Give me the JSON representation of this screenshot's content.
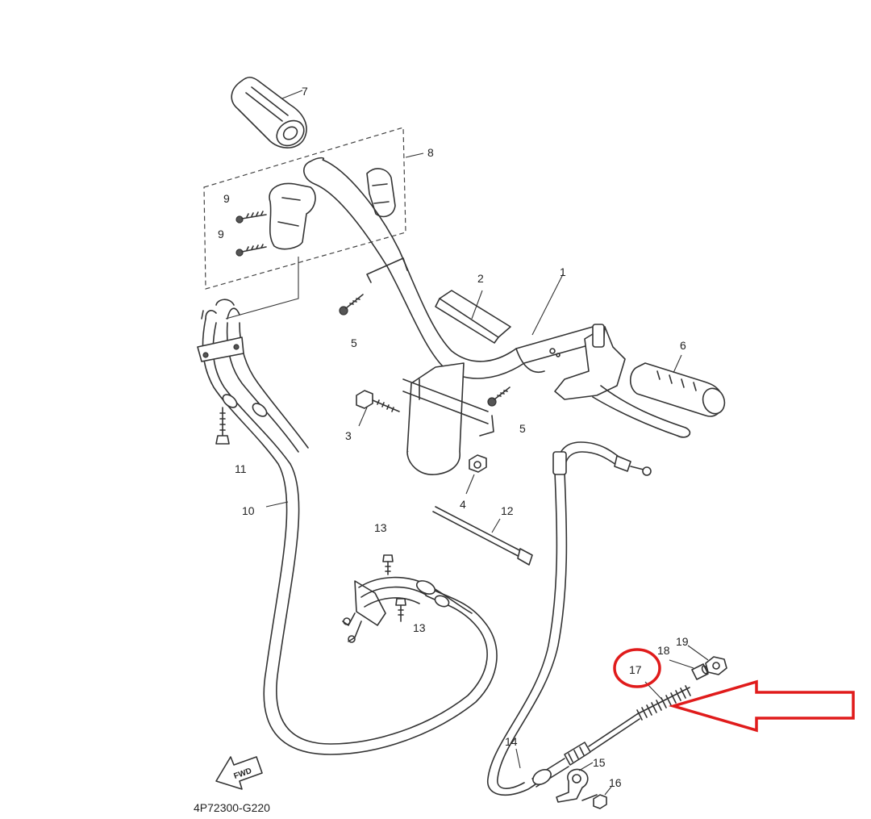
{
  "diagram": {
    "drawing_code": "4P72300-G220",
    "fwd_label": "FWD",
    "callouts": [
      {
        "id": "1",
        "text": "1"
      },
      {
        "id": "2",
        "text": "2"
      },
      {
        "id": "3",
        "text": "3"
      },
      {
        "id": "4",
        "text": "4"
      },
      {
        "id": "5a",
        "text": "5"
      },
      {
        "id": "5b",
        "text": "5"
      },
      {
        "id": "6",
        "text": "6"
      },
      {
        "id": "7",
        "text": "7"
      },
      {
        "id": "8",
        "text": "8"
      },
      {
        "id": "9a",
        "text": "9"
      },
      {
        "id": "9b",
        "text": "9"
      },
      {
        "id": "10",
        "text": "10"
      },
      {
        "id": "11",
        "text": "11"
      },
      {
        "id": "12",
        "text": "12"
      },
      {
        "id": "13a",
        "text": "13"
      },
      {
        "id": "13b",
        "text": "13"
      },
      {
        "id": "14",
        "text": "14"
      },
      {
        "id": "15",
        "text": "15"
      },
      {
        "id": "16",
        "text": "16"
      },
      {
        "id": "17",
        "text": "17"
      },
      {
        "id": "18",
        "text": "18"
      },
      {
        "id": "19",
        "text": "19"
      }
    ],
    "highlight": {
      "target_part": "17",
      "color": "#e01b1b"
    }
  }
}
